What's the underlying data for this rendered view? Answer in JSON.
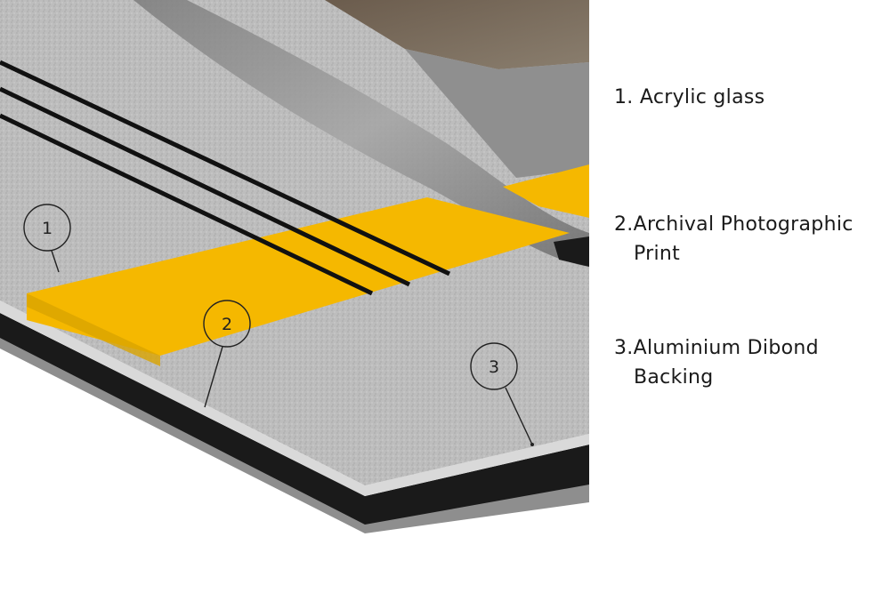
{
  "diagram": {
    "callouts": [
      {
        "number": "1"
      },
      {
        "number": "2"
      },
      {
        "number": "3"
      }
    ],
    "legend": [
      {
        "line1": "1. Acrylic glass",
        "line2": ""
      },
      {
        "line1": "2.Archival Photographic",
        "line2": "Print"
      },
      {
        "line1": "3.Aluminium Dibond",
        "line2": "Backing"
      }
    ]
  },
  "colors": {
    "road_surface": "#b9b9b9",
    "road_marking": "#f5b800",
    "backing": "#1a1a1a",
    "acrylic_edge": "#d6d6d6",
    "aluminium_edge": "#9a9a9a"
  }
}
